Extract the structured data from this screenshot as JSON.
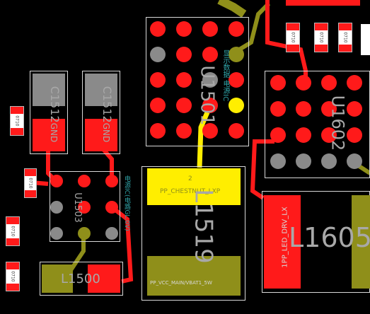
{
  "colors": {
    "background": "#000000",
    "pad_red": "#ff1a1a",
    "pad_grey": "#8a8a8a",
    "pad_olive": "#8f8f1a",
    "highlight_yellow": "#ffee00",
    "outline": "#d8d8d8",
    "note_teal": "#2fa2a6"
  },
  "components": {
    "u1501": {
      "ref": "U1501",
      "note": "显示数据 电源IC"
    },
    "u1602": {
      "ref": "U1602"
    },
    "u1503": {
      "ref": "U1503",
      "note": "电源IC(电路GL.0V)"
    },
    "c1512": {
      "ref": "C1512",
      "pin": "GND"
    },
    "c1513": {
      "ref": "C1512",
      "pin": "GND"
    },
    "l1519": {
      "ref": "L1519",
      "net_top": "PP_CHESTNUT_LXP",
      "pin_top": "2",
      "net_bottom": "PP_VCC_MAIN/VBAT1_5W"
    },
    "l1605": {
      "ref": "L1605",
      "net": "1PP_LED_DRV_LX"
    },
    "l1500": {
      "ref": "L1500"
    },
    "small_caps": [
      {
        "label": "0710"
      },
      {
        "label": "0710"
      },
      {
        "label": "0710"
      },
      {
        "label": "0710"
      },
      {
        "label": "0710"
      },
      {
        "label": "0710"
      },
      {
        "label": "0710"
      }
    ]
  }
}
